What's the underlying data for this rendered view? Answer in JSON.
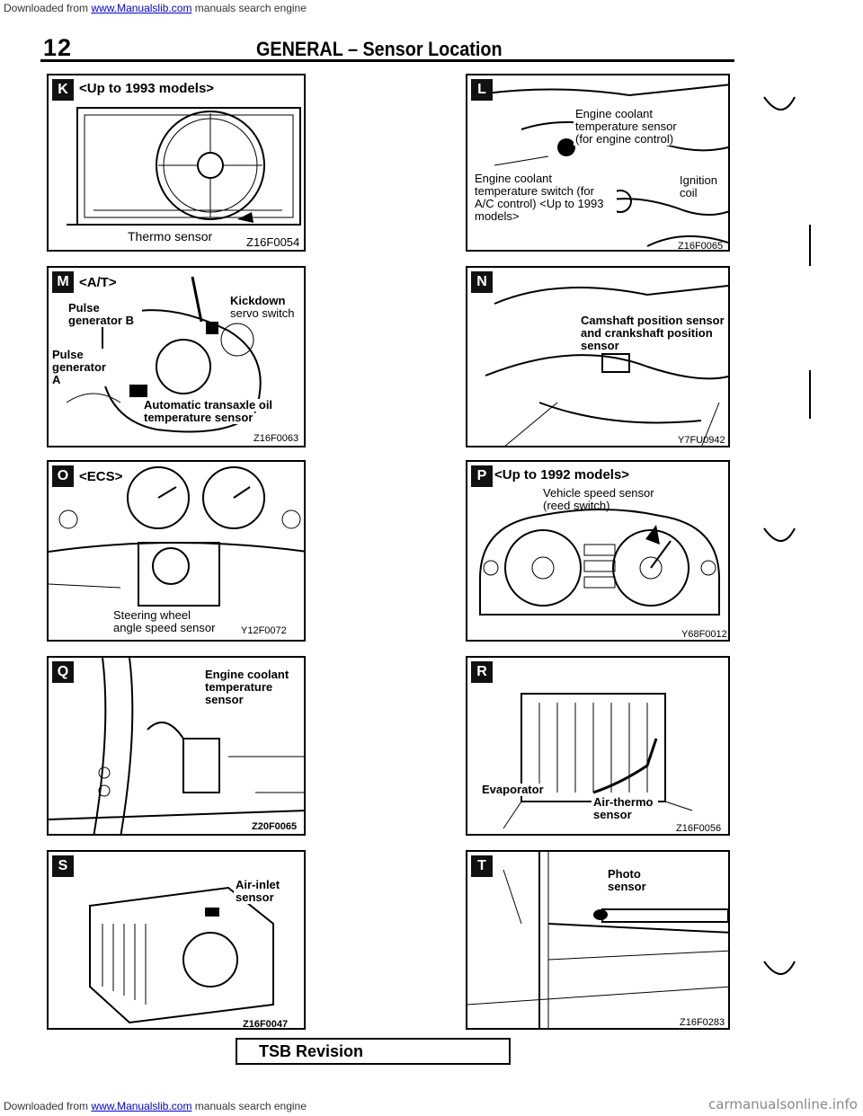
{
  "header": {
    "download_prefix": "Downloaded from",
    "download_link": "www.Manualslib.com",
    "download_suffix": "manuals search engine",
    "page_number": "12",
    "title": "GENERAL – Sensor Location"
  },
  "panels": {
    "K": {
      "badge": "K",
      "heading": "<Up to 1993 models>",
      "labels": [
        "Thermo sensor"
      ],
      "code": "Z16F0054"
    },
    "L": {
      "badge": "L",
      "labels": [
        "Engine coolant temperature sensor (for engine control)",
        "Engine coolant temperature switch (for A/C control) <Up to 1993 models>",
        "Ignition coil"
      ],
      "code": "Z16F0065"
    },
    "M": {
      "badge": "M",
      "heading": "<A/T>",
      "labels": [
        "Kickdown",
        "servo switch",
        "Pulse generator B",
        "Pulse generator A",
        "Automatic transaxle oil",
        "temperature sensor"
      ],
      "code": "Z16F0063"
    },
    "N": {
      "badge": "N",
      "labels": [
        "Camshaft position sensor and crankshaft position sensor"
      ],
      "code": "Y7FU0942"
    },
    "O": {
      "badge": "O",
      "heading": "<ECS>",
      "labels": [
        "Steering wheel",
        "angle speed sensor"
      ],
      "code": "Y12F0072"
    },
    "P": {
      "badge": "P",
      "heading": "<Up to 1992 models>",
      "labels": [
        "Vehicle speed sensor",
        "(reed switch)"
      ],
      "code": "Y68F0012"
    },
    "Q": {
      "badge": "Q",
      "labels": [
        "Engine coolant temperature sensor"
      ],
      "code": "Z20F0065"
    },
    "R": {
      "badge": "R",
      "labels": [
        "Evaporator",
        "Air-thermo sensor"
      ],
      "code": "Z16F0056"
    },
    "S": {
      "badge": "S",
      "labels": [
        "Air-inlet sensor"
      ],
      "code": "Z16F0047"
    },
    "T": {
      "badge": "T",
      "labels": [
        "Photo sensor"
      ],
      "code": "Z16F0283"
    }
  },
  "footer": {
    "tsb": "TSB Revision",
    "download_prefix": "Downloaded from",
    "download_link": "www.Manualslib.com",
    "download_suffix": "manuals search engine",
    "watermark": "carmanualsonline.info"
  }
}
